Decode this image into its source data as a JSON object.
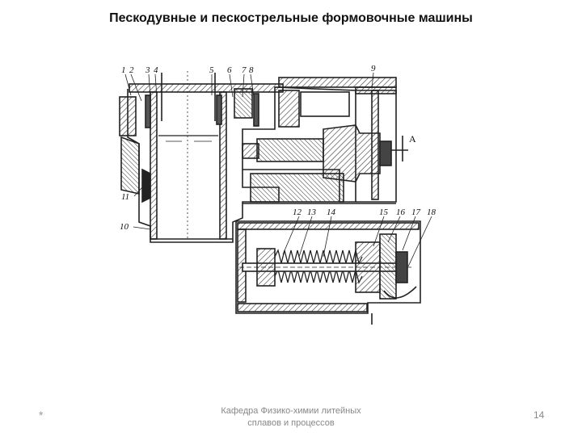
{
  "slide": {
    "title": "Пескодувные и пескострельные  формовочные машины"
  },
  "diagram": {
    "callouts": [
      "1",
      "2",
      "3",
      "4",
      "5",
      "6",
      "7",
      "8",
      "9",
      "10",
      "11",
      "12",
      "13",
      "14",
      "15",
      "16",
      "17",
      "18"
    ],
    "section_mark": "А"
  },
  "footer": {
    "bullet": "*",
    "department_line1": "Кафедра Физико-химии литейных",
    "department_line2": "сплавов и процессов",
    "page_number": "14"
  }
}
